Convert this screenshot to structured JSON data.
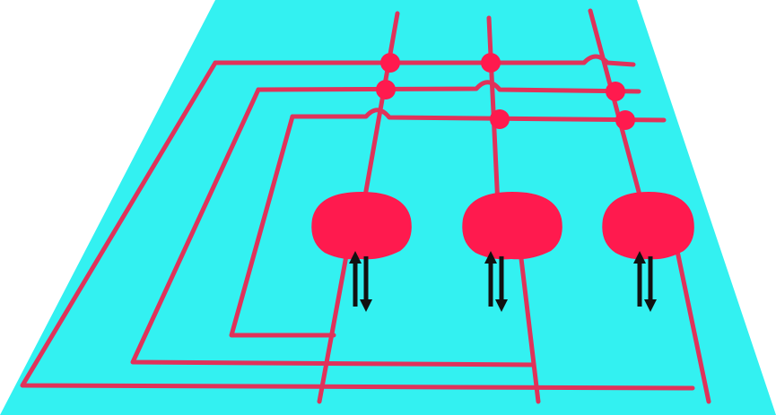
{
  "diagram": {
    "kind": "neural network schematic on a plane",
    "colors": {
      "background": "#ffffff",
      "plane": "#33f1f1",
      "wire": "#e0325a",
      "node": "#ff1a4e",
      "arrow": "#111111"
    },
    "neurons": [
      "neuron-1",
      "neuron-2",
      "neuron-3"
    ],
    "input_lines": [
      "row-1",
      "row-2",
      "row-3"
    ],
    "synapses": 6,
    "crossovers": 3,
    "arrow_icon": "bidirectional-arrows-icon"
  }
}
